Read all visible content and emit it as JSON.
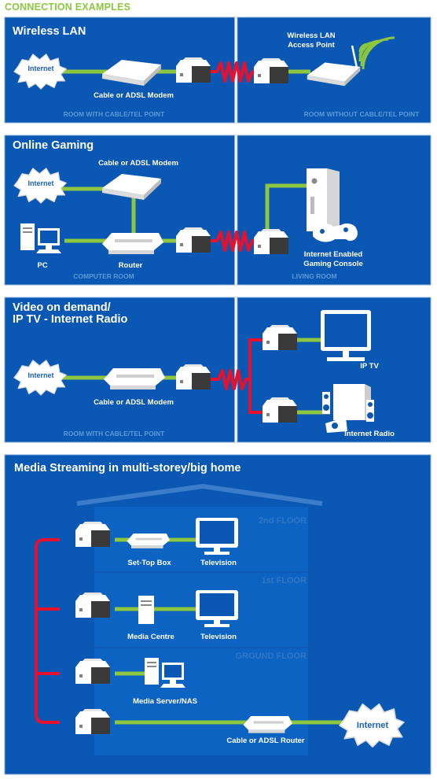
{
  "header": {
    "title": "CONNECTION EXAMPLES"
  },
  "colors": {
    "panel": "#0a57b4",
    "green_link": "#8dc63f",
    "red_link": "#e8112d",
    "header_green": "#8dc63f"
  },
  "panels": {
    "wireless_lan": {
      "title": "Wireless LAN",
      "internet": "Internet",
      "modem": "Cable or ADSL Modem",
      "access_point_1": "Wireless LAN",
      "access_point_2": "Access Point",
      "room_left": "ROOM WITH CABLE/TEL POINT",
      "room_right": "ROOM WITHOUT CABLE/TEL POINT"
    },
    "online_gaming": {
      "title": "Online Gaming",
      "internet": "Internet",
      "modem": "Cable or ADSL Modem",
      "pc": "PC",
      "router": "Router",
      "console_1": "Internet Enabled",
      "console_2": "Gaming Console",
      "room_left": "COMPUTER ROOM",
      "room_right": "LIVING ROOM"
    },
    "video_on_demand": {
      "title_1": "Video on demand/",
      "title_2": "IP TV - Internet Radio",
      "internet": "Internet",
      "modem": "Cable or ADSL Modem",
      "iptv": "IP TV",
      "radio": "Internet Radio",
      "room_left": "ROOM WITH CABLE/TEL POINT"
    },
    "media_streaming": {
      "title": "Media Streaming in multi-storey/big home",
      "floor_2": "2nd FLOOR",
      "floor_1": "1st FLOOR",
      "floor_0": "GROUND FLOOR",
      "settop": "Set-Top Box",
      "tv_1": "Television",
      "media_centre": "Media Centre",
      "tv_2": "Television",
      "nas": "Media Server/NAS",
      "router": "Cable or ADSL Router",
      "internet": "Internet"
    }
  }
}
